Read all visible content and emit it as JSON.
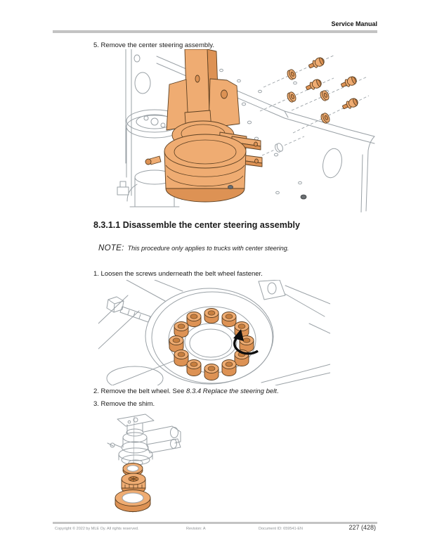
{
  "header": {
    "title": "Service Manual"
  },
  "content": {
    "step5": "5. Remove the center steering assembly.",
    "section_heading": "8.3.1.1 Disassemble the center steering assembly",
    "note_label": "NOTE:",
    "note_text": "This procedure only applies to trucks with center steering.",
    "step1": "1. Loosen the screws underneath the belt wheel fastener.",
    "step2_prefix": "2. Remove the belt wheel. See ",
    "step2_reference": "8.3.4 Replace the steering belt",
    "step2_suffix": ".",
    "step3": "3. Remove the shim."
  },
  "figures": {
    "fig1_name": "center-steering-assembly-removal-diagram",
    "fig2_name": "belt-wheel-fastener-screws-diagram",
    "fig3_name": "shim-removal-exploded-diagram"
  },
  "footer": {
    "copyright": "Copyright © 2022 by MLE Oy. All rights reserved.",
    "revision": "Revision: A",
    "document_id": "Document ID: 659541-EN",
    "page_number": "227 (428)"
  },
  "colors": {
    "highlight_orange": "#EFAC72",
    "highlight_orange_dark": "#DD9254",
    "line_art_gray": "#9AA1A6",
    "rule_gray": "#C3C3C3",
    "arrow_black": "#0D0D0D"
  }
}
